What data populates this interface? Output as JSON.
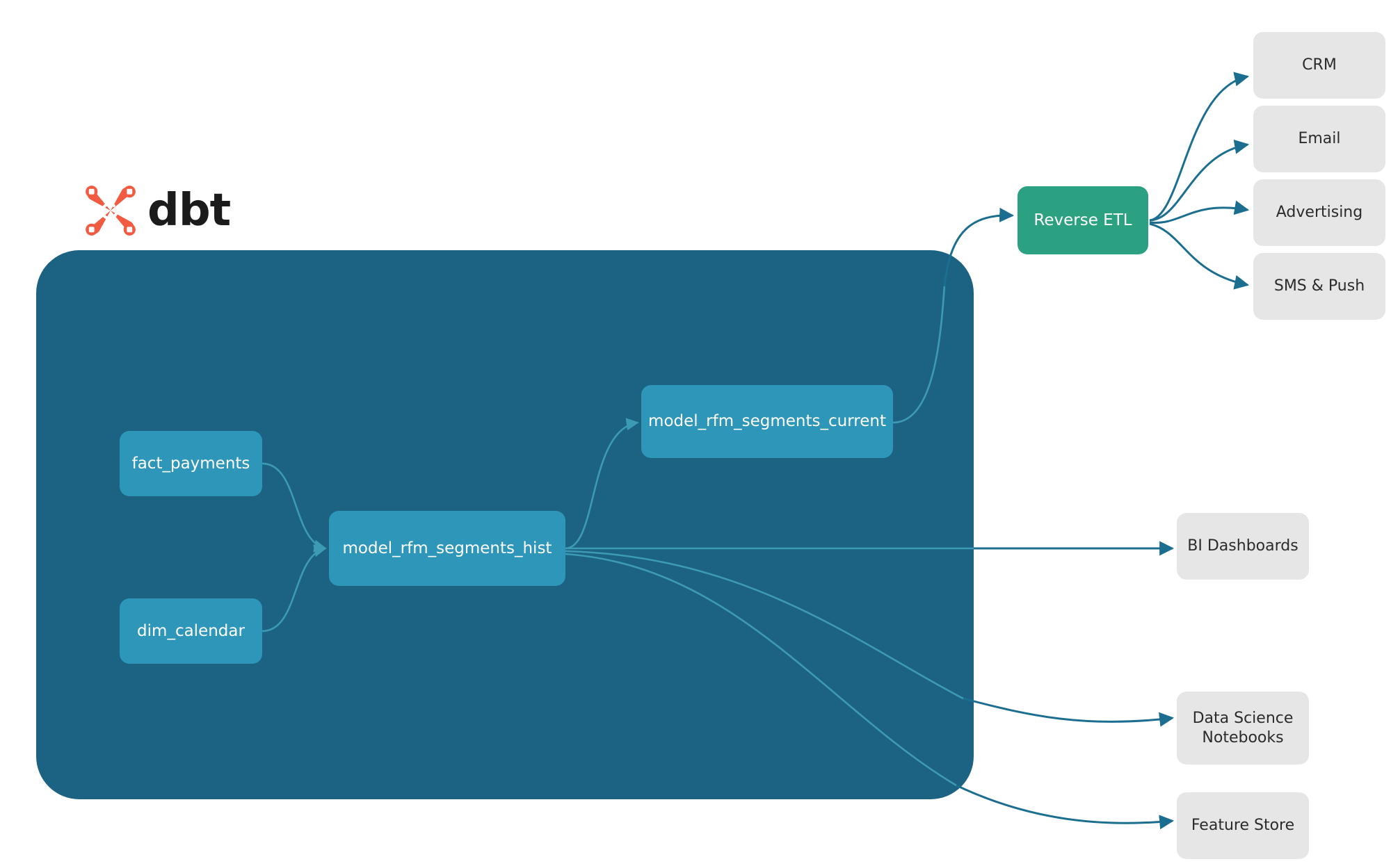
{
  "brand": {
    "logo_icon": "dbt-logo-icon",
    "wordmark": "dbt"
  },
  "colors": {
    "warehouse_fill": "#1c6283",
    "model_fill": "#2e96b8",
    "reverse_etl_fill": "#2ca182",
    "destination_fill": "#e6e6e6",
    "edge_stroke": "#1c6e90",
    "inner_edge_stroke": "#3d9ab5",
    "logo_orange": "#f15b42",
    "wordmark_color": "#1b1b1b",
    "page_background": "#ffffff"
  },
  "diagram": {
    "type": "flow",
    "warehouse": {
      "label": "",
      "nodes": [
        {
          "id": "fact_payments",
          "label": "fact_payments",
          "kind": "source"
        },
        {
          "id": "dim_calendar",
          "label": "dim_calendar",
          "kind": "source"
        },
        {
          "id": "model_rfm_segments_hist",
          "label": "model_rfm_segments_hist",
          "kind": "model"
        },
        {
          "id": "model_rfm_segments_current",
          "label": "model_rfm_segments_current",
          "kind": "model"
        }
      ]
    },
    "pipeline": [
      {
        "id": "reverse_etl",
        "label": "Reverse ETL",
        "kind": "service"
      }
    ],
    "destinations": [
      {
        "id": "crm",
        "label": "CRM",
        "group": "activation"
      },
      {
        "id": "email",
        "label": "Email",
        "group": "activation"
      },
      {
        "id": "advertising",
        "label": "Advertising",
        "group": "activation"
      },
      {
        "id": "sms_push",
        "label": "SMS & Push",
        "group": "activation"
      },
      {
        "id": "bi_dashboards",
        "label": "BI Dashboards",
        "group": "analytics"
      },
      {
        "id": "ds_notebooks",
        "label": "Data Science\nNotebooks",
        "label_line1": "Data Science",
        "label_line2": "Notebooks",
        "group": "analytics"
      },
      {
        "id": "feature_store",
        "label": "Feature Store",
        "group": "analytics"
      }
    ],
    "edges": [
      {
        "from": "fact_payments",
        "to": "model_rfm_segments_hist",
        "arrow": true
      },
      {
        "from": "dim_calendar",
        "to": "model_rfm_segments_hist",
        "arrow": true
      },
      {
        "from": "model_rfm_segments_hist",
        "to": "model_rfm_segments_current",
        "arrow": true
      },
      {
        "from": "model_rfm_segments_current",
        "to": "reverse_etl",
        "arrow": true
      },
      {
        "from": "model_rfm_segments_hist",
        "to": "bi_dashboards",
        "arrow": true
      },
      {
        "from": "model_rfm_segments_hist",
        "to": "ds_notebooks",
        "arrow": true
      },
      {
        "from": "model_rfm_segments_hist",
        "to": "feature_store",
        "arrow": true
      },
      {
        "from": "reverse_etl",
        "to": "crm",
        "arrow": true
      },
      {
        "from": "reverse_etl",
        "to": "email",
        "arrow": true
      },
      {
        "from": "reverse_etl",
        "to": "advertising",
        "arrow": true
      },
      {
        "from": "reverse_etl",
        "to": "sms_push",
        "arrow": true
      }
    ]
  }
}
